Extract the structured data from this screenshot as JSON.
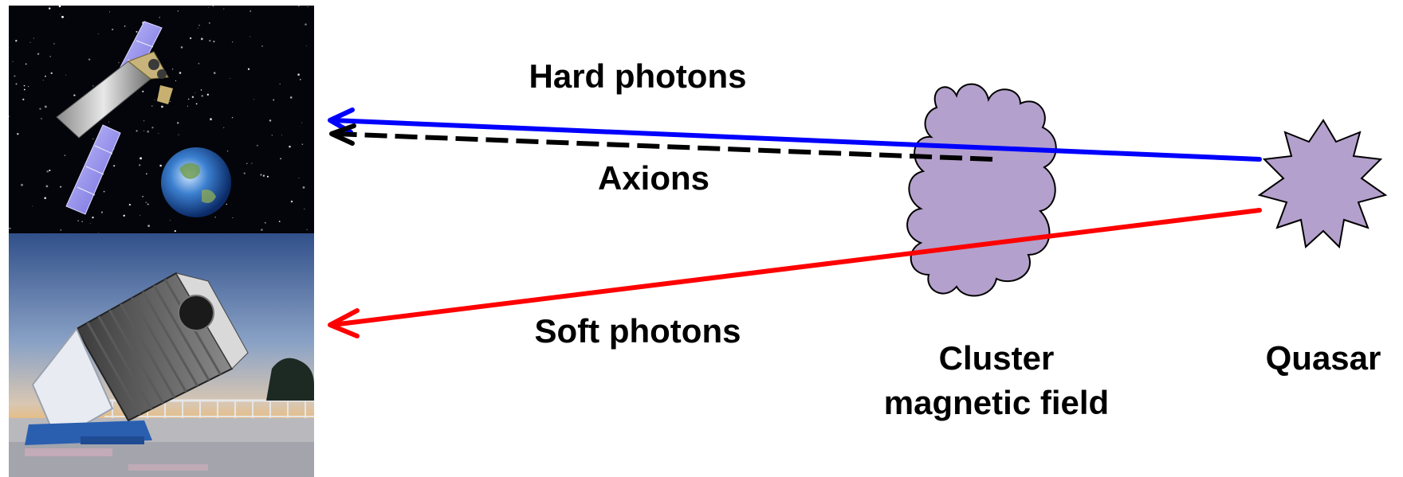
{
  "labels": {
    "hard_photons": "Hard photons",
    "axions": "Axions",
    "soft_photons": "Soft photons",
    "cluster_line1": "Cluster",
    "cluster_line2": "magnetic field",
    "quasar": "Quasar"
  },
  "colors": {
    "hard_photon_ray": "#0000ff",
    "soft_photon_ray": "#ff0000",
    "axion_ray": "#000000",
    "object_fill": "#b4a0cc",
    "object_stroke": "#000000"
  },
  "images": {
    "top": "x-ray-satellite-over-earth",
    "bottom": "ground-telescope-at-sunset"
  }
}
